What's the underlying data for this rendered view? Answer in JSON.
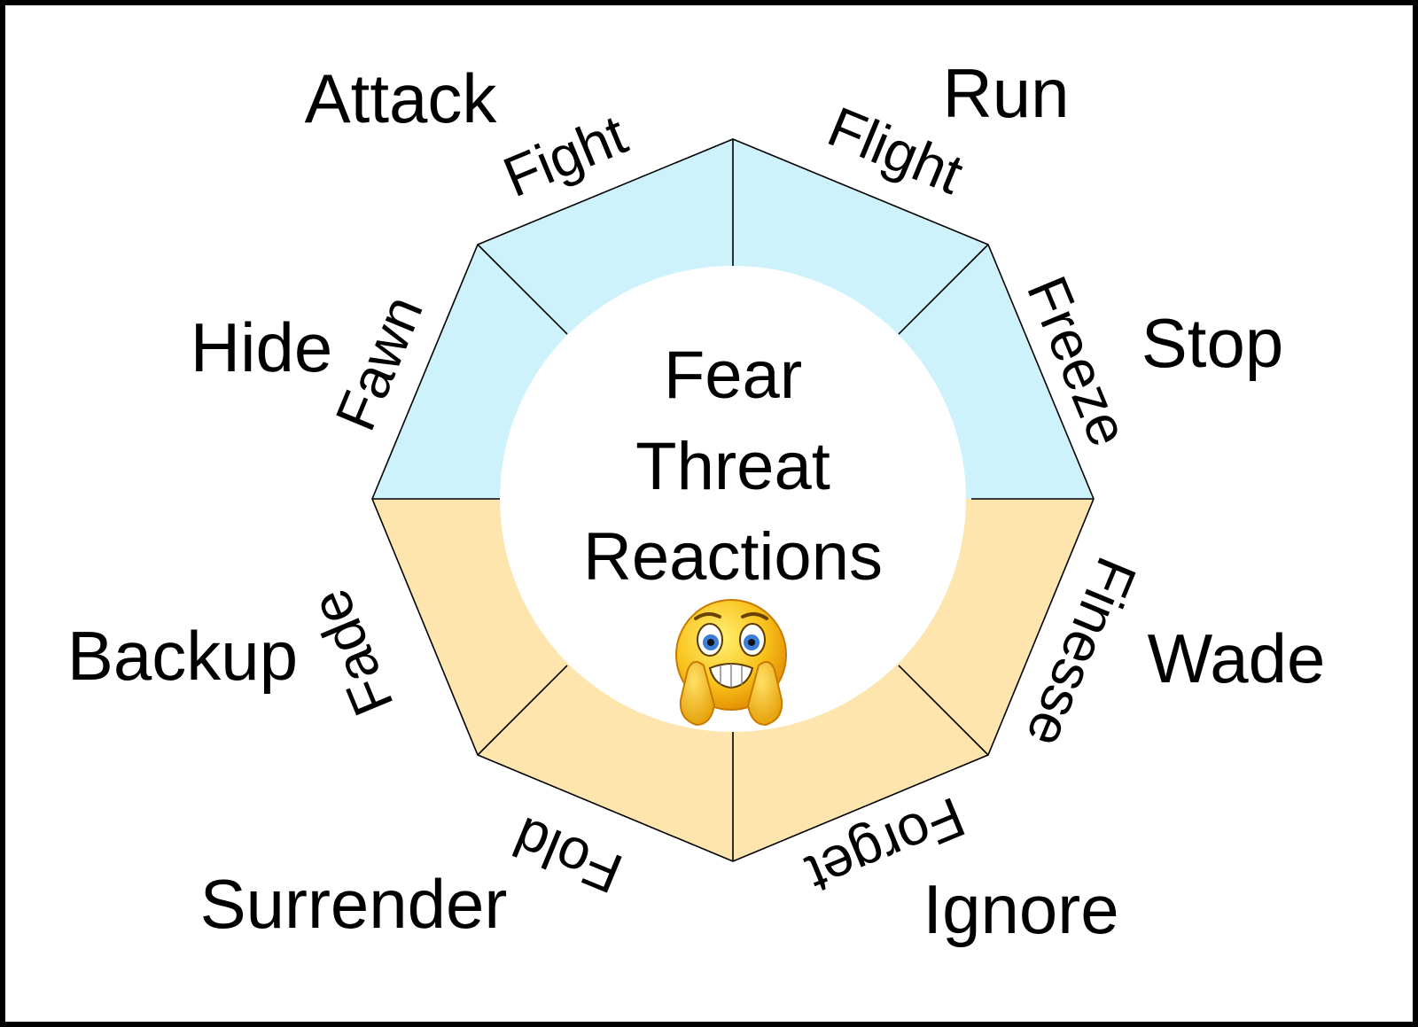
{
  "center_lines": [
    "Fear",
    "Threat",
    "Reactions"
  ],
  "center_icon": "scared-face-emoji-icon",
  "segments": [
    {
      "inner": "Fight",
      "outer": "Attack",
      "half": "top"
    },
    {
      "inner": "Flight",
      "outer": "Run",
      "half": "top"
    },
    {
      "inner": "Freeze",
      "outer": "Stop",
      "half": "top"
    },
    {
      "inner": "Fawn",
      "outer": "Hide",
      "half": "top"
    },
    {
      "inner": "Finesse",
      "outer": "Wade",
      "half": "bottom"
    },
    {
      "inner": "Forget",
      "outer": "Ignore",
      "half": "bottom"
    },
    {
      "inner": "Fold",
      "outer": "Surrender",
      "half": "bottom"
    },
    {
      "inner": "Fade",
      "outer": "Backup",
      "half": "bottom"
    }
  ],
  "colors": {
    "top_half": "#cdf2fb",
    "bottom_half": "#fde5ad",
    "center": "#ffffff",
    "lines": "#000000",
    "border": "#000000"
  }
}
